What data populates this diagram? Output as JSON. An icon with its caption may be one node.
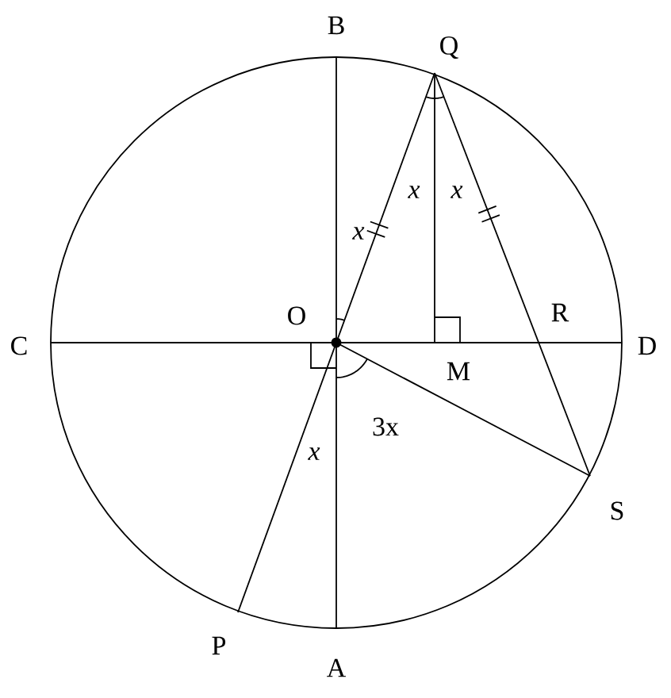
{
  "diagram": {
    "labels": [
      "B",
      "Q",
      "x",
      "x",
      "x",
      "C",
      "O",
      "R",
      "D",
      "M",
      "x",
      "3x",
      "S",
      "P",
      "A"
    ]
  }
}
